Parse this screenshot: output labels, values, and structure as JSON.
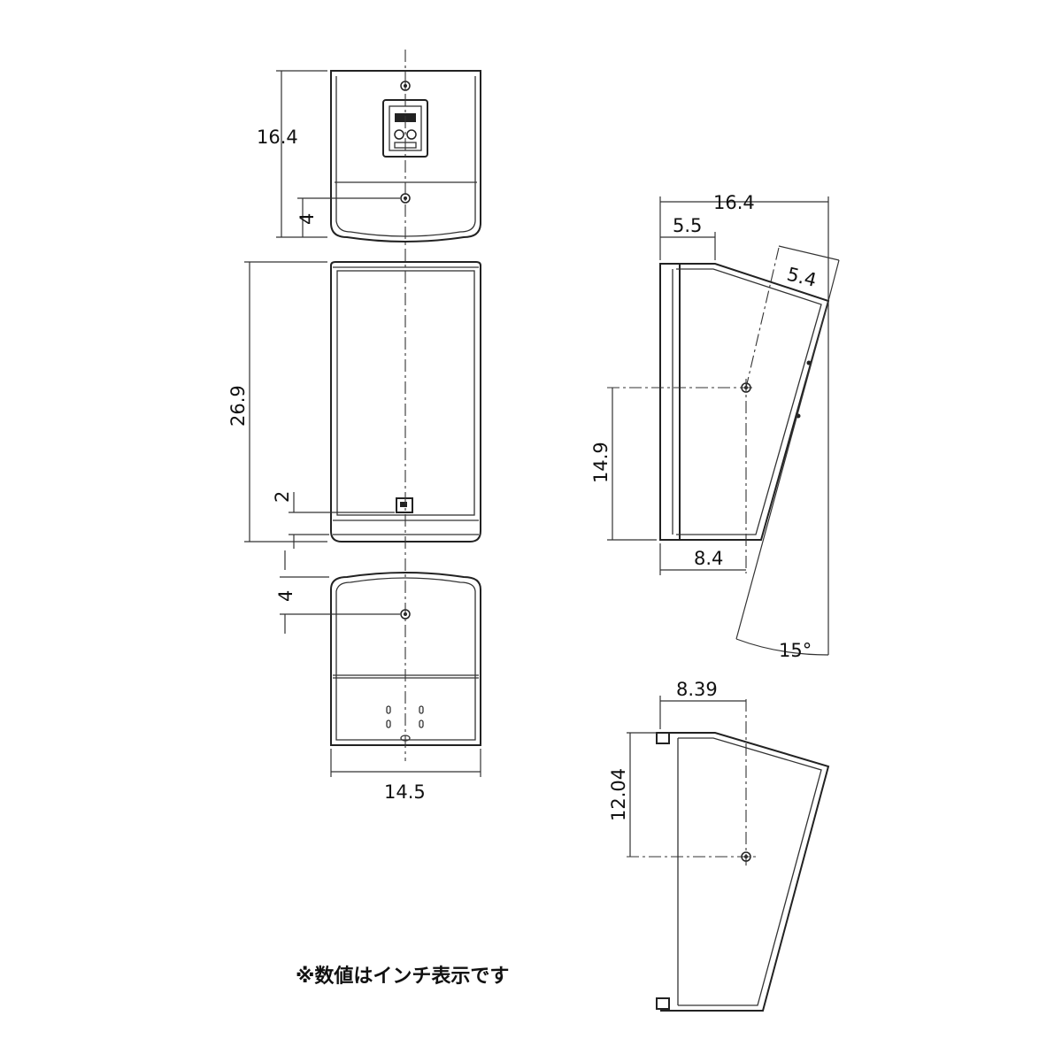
{
  "dimensions": {
    "top_view_depth": "16.4",
    "top_view_hole_offset": "4",
    "front_height": "26.9",
    "front_connector_offset": "2",
    "bottom_view_hole_offset": "4",
    "bottom_view_width": "14.5",
    "side_depth": "16.4",
    "side_front_depth": "5.5",
    "side_angle_offset": "5.4",
    "side_hole_height": "14.9",
    "side_hole_depth": "8.4",
    "side_tilt_angle": "15°",
    "bracket_hole_depth": "8.39",
    "bracket_hole_height": "12.04"
  },
  "note": "※数値はインチ表示です"
}
